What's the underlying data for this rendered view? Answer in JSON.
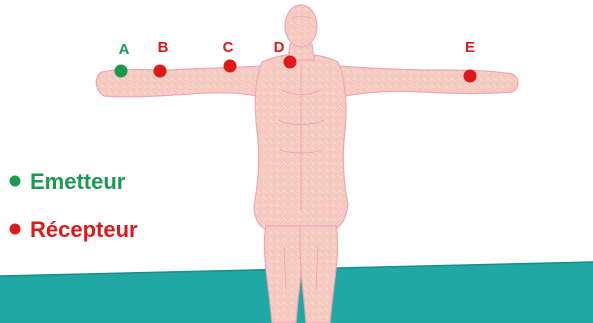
{
  "colors": {
    "emitter": "#1a9a50",
    "receiver": "#dd1a1a",
    "floor": "#1fa8a4",
    "body_fill": "#f6d2c0",
    "body_edge": "#f0a6b4"
  },
  "points": [
    {
      "label": "A",
      "role": "emitter"
    },
    {
      "label": "B",
      "role": "receiver"
    },
    {
      "label": "C",
      "role": "receiver"
    },
    {
      "label": "D",
      "role": "receiver"
    },
    {
      "label": "E",
      "role": "receiver"
    }
  ],
  "legend": {
    "emitter": "Emetteur",
    "receiver": "Récepteur"
  }
}
